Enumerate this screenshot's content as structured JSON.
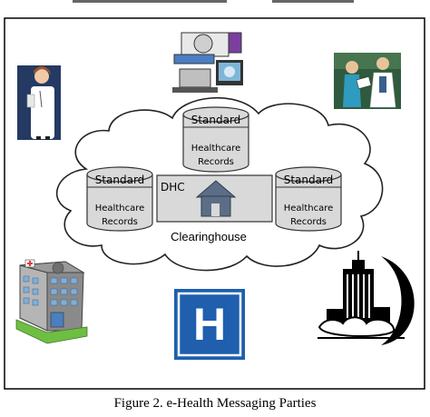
{
  "top_strip": "",
  "databases": {
    "top": {
      "header": "Standard",
      "line1": "Healthcare",
      "line2": "Records"
    },
    "left": {
      "header": "Standard",
      "line1": "Healthcare",
      "line2": "Records"
    },
    "right": {
      "header": "Standard",
      "line1": "Healthcare",
      "line2": "Records"
    }
  },
  "clearinghouse": {
    "tag": "DHC",
    "label": "Clearinghouse"
  },
  "parties": {
    "doctor": "doctor-icon",
    "lab": "medical-lab-equipment-icon",
    "team": "medical-team-icon",
    "hospital_building": "hospital-building-icon",
    "h_sign": "hospital-h-sign-icon",
    "city_hq": "city-headquarters-icon"
  },
  "hospital_sign": {
    "letter": "H"
  },
  "caption": "Figure 2. e-Health Messaging Parties",
  "colors": {
    "cloud_stroke": "#222222",
    "db_fill": "#d9d9d9",
    "h_sign_blue": "#1f5fae",
    "house": "#5b6e86"
  }
}
